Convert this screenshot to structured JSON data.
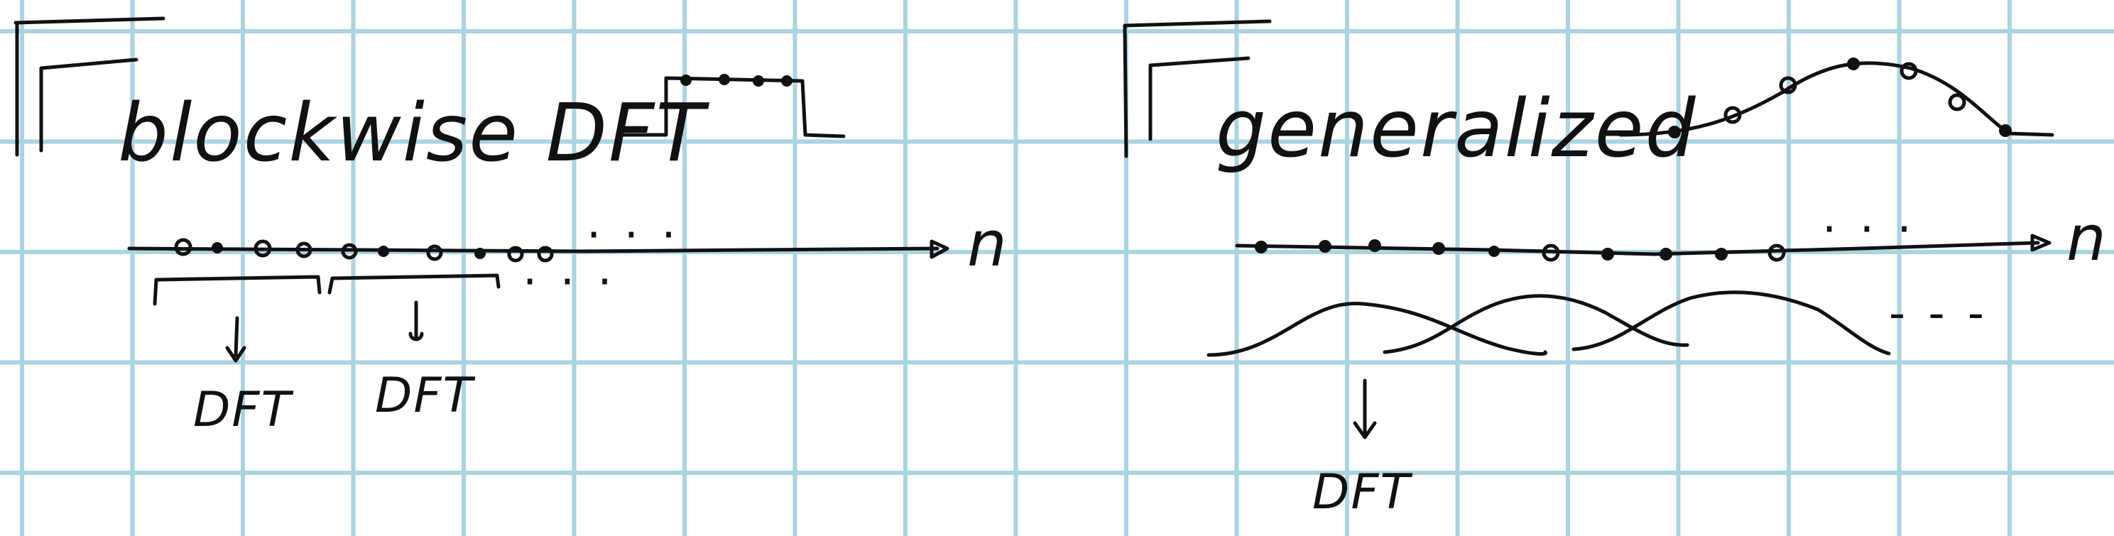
{
  "colors": {
    "grid": "#a9d4e1",
    "ink": "#111111",
    "paper": "#ffffff"
  },
  "left_panel": {
    "heading": "blockwise DFT",
    "axis_label": "n",
    "ellipsis_samples": "· · ·",
    "ellipsis_blocks": "· · ·",
    "blocks": [
      {
        "label": "DFT"
      },
      {
        "label": "DFT"
      }
    ]
  },
  "right_panel": {
    "heading": "generalized",
    "axis_label": "n",
    "ellipsis_samples": "· · ·",
    "ellipsis_windows": "- - -",
    "output_label": "DFT"
  }
}
